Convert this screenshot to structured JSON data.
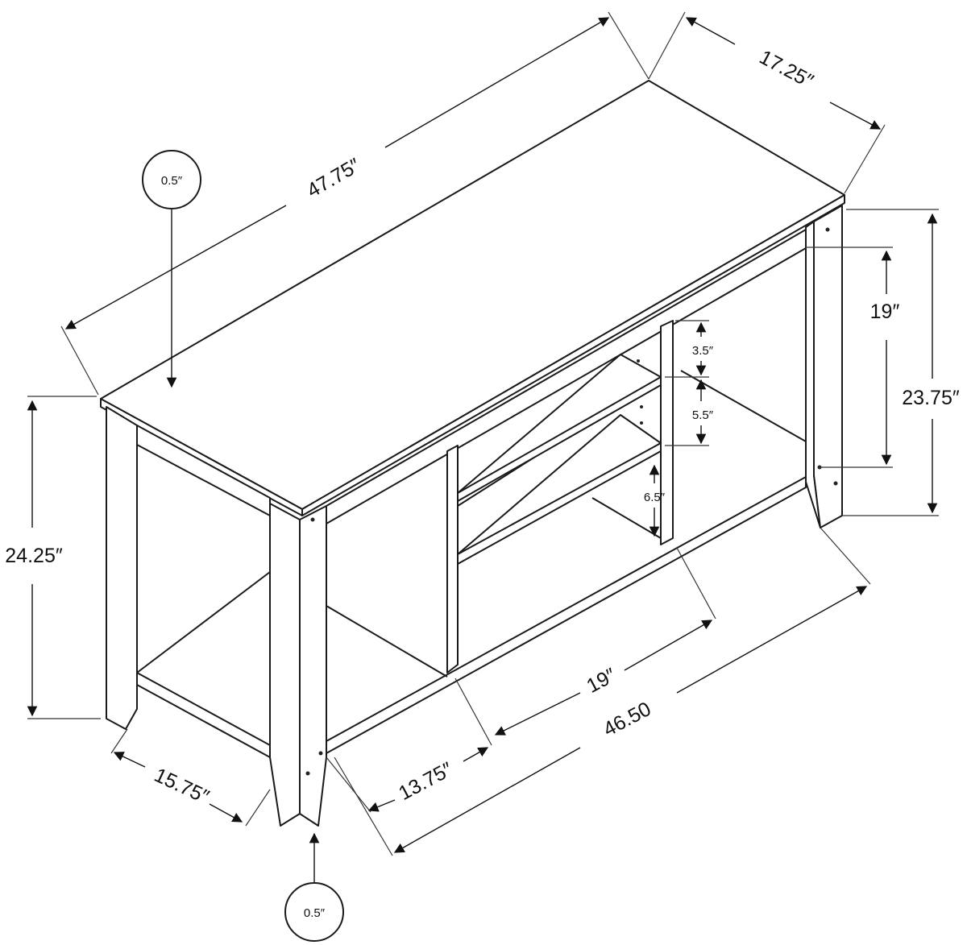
{
  "diagram": {
    "dimensions": {
      "top_length": "47.75″",
      "top_depth": "17.25″",
      "height_left": "24.25″",
      "height_right": "23.75″",
      "interior_height": "19″",
      "shelf_top_gap": "3.5″",
      "shelf_mid_gap": "5.5″",
      "shelf_low_gap": "6.5″",
      "bottom_depth": "15.75″",
      "side_opening": "13.75″",
      "center_opening": "19″",
      "bottom_length": "46.50",
      "top_thickness": "0.5″",
      "leg_thickness": "0.5″"
    }
  }
}
